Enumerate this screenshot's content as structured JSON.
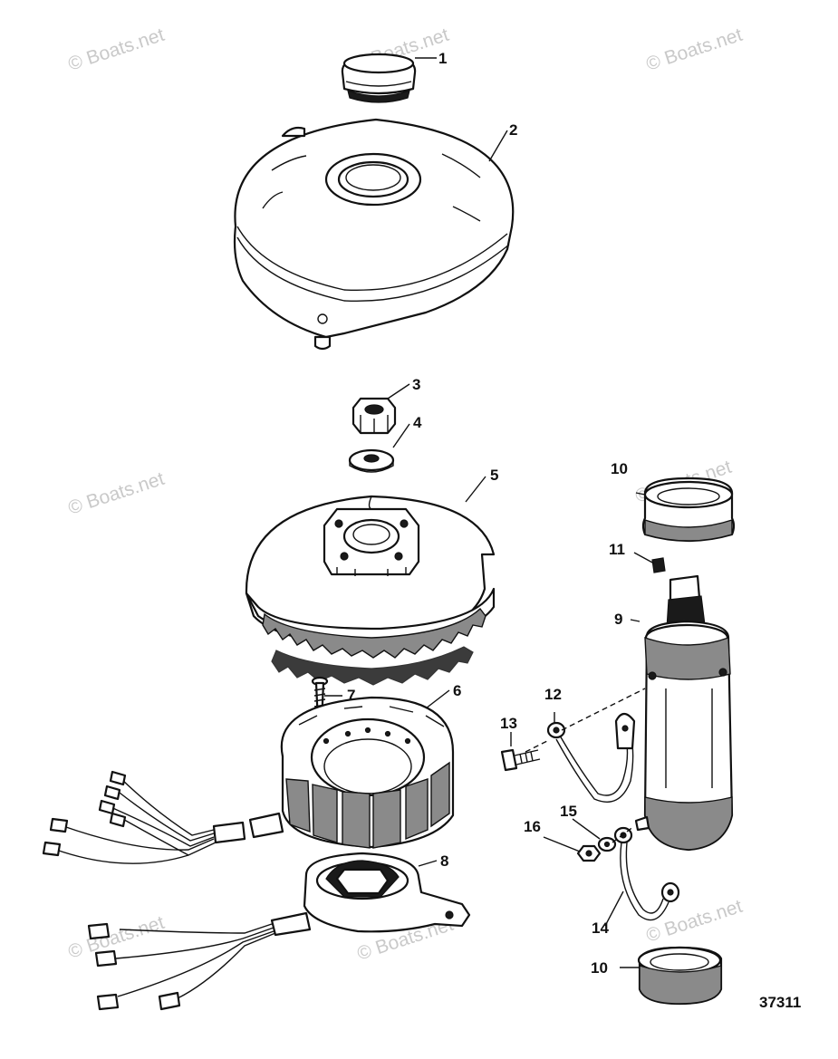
{
  "watermark": "© Boats.net",
  "callouts": {
    "c1": "1",
    "c2": "2",
    "c3": "3",
    "c4": "4",
    "c5": "5",
    "c6": "6",
    "c7": "7",
    "c8": "8",
    "c9": "9",
    "c10a": "10",
    "c10b": "10",
    "c11": "11",
    "c12": "12",
    "c13": "13",
    "c14": "14",
    "c15": "15",
    "c16": "16"
  },
  "document_id": "37311",
  "icons": [
    "flywheel-cap",
    "flywheel-cover",
    "flywheel-nut",
    "washer",
    "flywheel",
    "stator",
    "screw",
    "trigger",
    "starter-motor",
    "bushing",
    "retainer-clip",
    "battery-cable",
    "bolt",
    "lockwasher",
    "hex-nut"
  ]
}
